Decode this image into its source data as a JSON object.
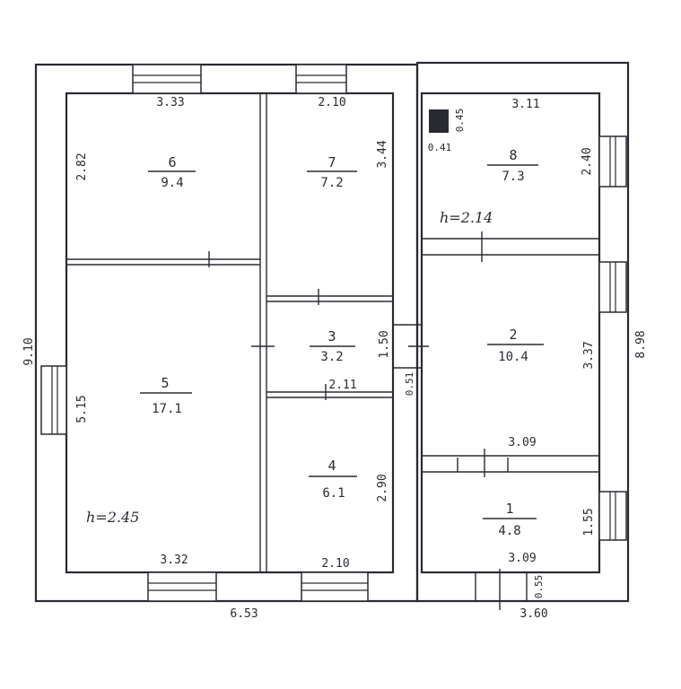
{
  "rooms": [
    {
      "number": "1",
      "area": "4.8"
    },
    {
      "number": "2",
      "area": "10.4"
    },
    {
      "number": "3",
      "area": "3.2"
    },
    {
      "number": "4",
      "area": "6.1"
    },
    {
      "number": "5",
      "area": "17.1"
    },
    {
      "number": "6",
      "area": "9.4"
    },
    {
      "number": "7",
      "area": "7.2"
    },
    {
      "number": "8",
      "area": "7.3"
    }
  ],
  "ceiling_heights": {
    "main": "h=2.45",
    "annex": "h=2.14"
  },
  "dimensions": {
    "room6_width": "3.33",
    "room6_depth": "2.82",
    "room7_width": "2.10",
    "room7_depth": "3.44",
    "room8_width": "3.11",
    "room8_depth": "2.40",
    "stove_side_a": "0.45",
    "stove_side_b": "0.41",
    "room3_depth": "1.50",
    "room3_width": "2.11",
    "partition": "0.51",
    "room2_depth": "3.37",
    "room2_width": "3.09",
    "room1_width": "3.09",
    "room1_depth": "1.55",
    "room5_depth": "5.15",
    "room5_width": "3.32",
    "room4_width": "2.10",
    "room4_depth": "2.90",
    "main_length": "9.10",
    "annex_length": "8.98",
    "main_width": "6.53",
    "annex_width": "3.60",
    "entry_step": "0.55"
  }
}
